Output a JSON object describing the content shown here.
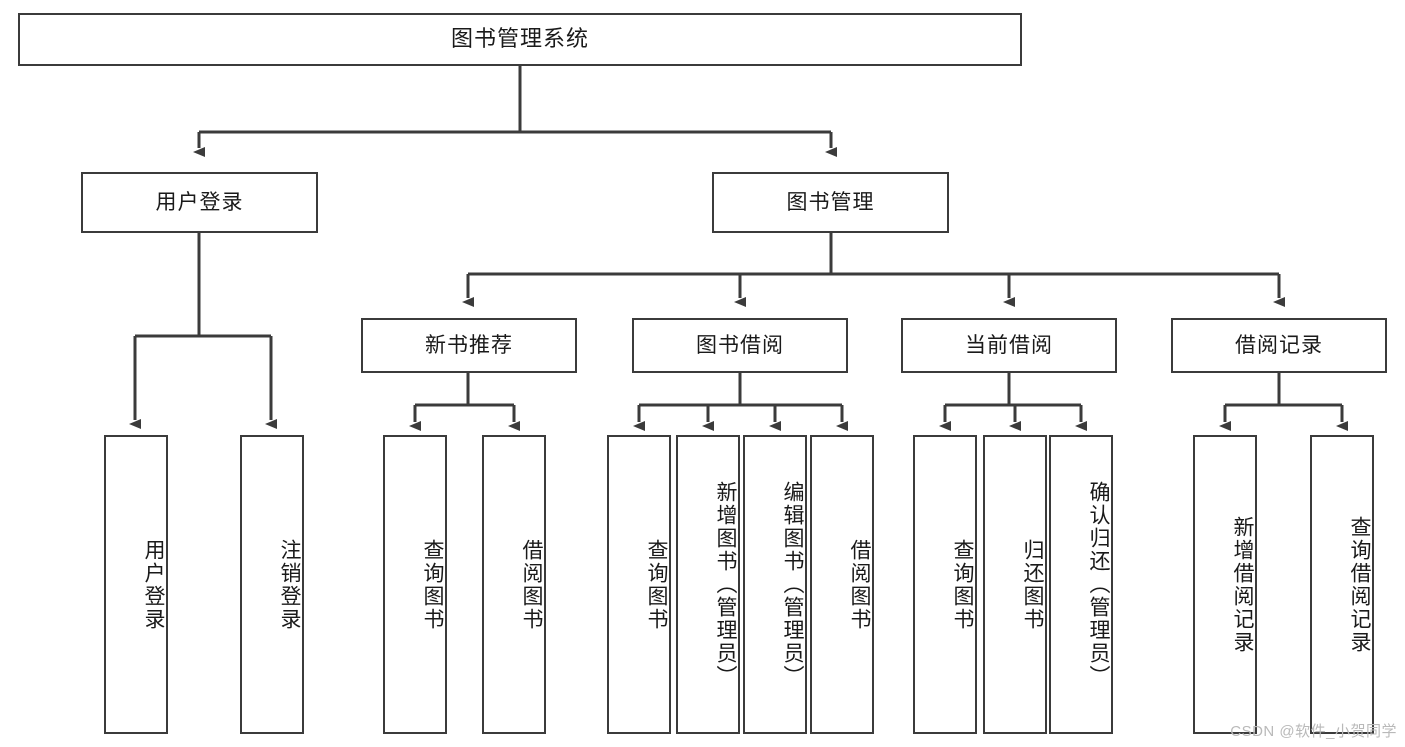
{
  "diagram": {
    "type": "tree",
    "title": "图书管理系统",
    "root": {
      "label": "图书管理系统"
    },
    "level2": [
      {
        "label": "用户登录"
      },
      {
        "label": "图书管理"
      }
    ],
    "level3": [
      {
        "label": "新书推荐"
      },
      {
        "label": "图书借阅"
      },
      {
        "label": "当前借阅"
      },
      {
        "label": "借阅记录"
      }
    ],
    "leaves": {
      "user_login": [
        {
          "label": "用户登录"
        },
        {
          "label": "注销登录"
        }
      ],
      "new_book_recommend": [
        {
          "label": "查询图书"
        },
        {
          "label": "借阅图书"
        }
      ],
      "book_borrow": [
        {
          "label": "查询图书"
        },
        {
          "label": "新增图书（管理员）"
        },
        {
          "label": "编辑图书（管理员）"
        },
        {
          "label": "借阅图书"
        }
      ],
      "current_borrow": [
        {
          "label": "查询图书"
        },
        {
          "label": "归还图书"
        },
        {
          "label": "确认归还（管理员）"
        }
      ],
      "borrow_record": [
        {
          "label": "新增借阅记录"
        },
        {
          "label": "查询借阅记录"
        }
      ]
    }
  },
  "watermark": {
    "text": "CSDN @软件_小贺同学"
  },
  "colors": {
    "stroke": "#3b3b3b",
    "text": "#1a1a1a",
    "background": "#ffffff",
    "watermark": "#b9b9b9"
  }
}
